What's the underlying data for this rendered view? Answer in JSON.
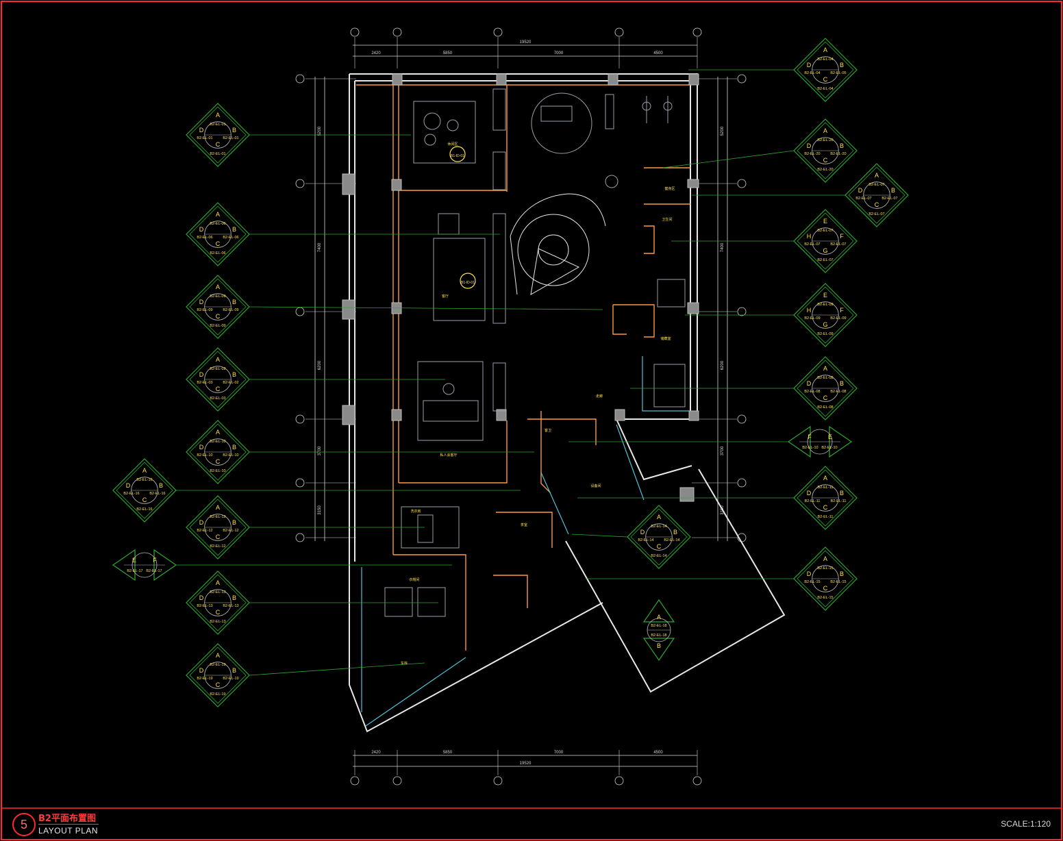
{
  "drawing": {
    "number": "5",
    "title_cn": "B2平面布置图",
    "title_en": "LAYOUT PLAN",
    "scale": "SCALE:1:120"
  },
  "dimensions": {
    "top": [
      "2420",
      "5850",
      "7000",
      "4500"
    ],
    "top_total": "19520",
    "bottom": [
      "2420",
      "5850",
      "7000",
      "4500"
    ],
    "bottom_total": "19520",
    "left": [
      "5200",
      "7400",
      "6200",
      "3700",
      "3150"
    ],
    "right": [
      "5200",
      "7400",
      "6200",
      "3700",
      "3150"
    ]
  },
  "rooms": [
    {
      "id": "r1",
      "label": "休闲区"
    },
    {
      "id": "r2",
      "label": "客厅"
    },
    {
      "id": "r3",
      "label": "私人会客厅"
    },
    {
      "id": "r4",
      "label": "洗衣房"
    },
    {
      "id": "r5",
      "label": "卫生间"
    },
    {
      "id": "r6",
      "label": "储藏室"
    },
    {
      "id": "r7",
      "label": "走廊"
    },
    {
      "id": "r8",
      "label": "客卫"
    },
    {
      "id": "r9",
      "label": "设备间"
    },
    {
      "id": "r10",
      "label": "健身区"
    },
    {
      "id": "r11",
      "label": "茶室"
    },
    {
      "id": "r12",
      "label": "衣帽间"
    },
    {
      "id": "r13",
      "label": "车库"
    }
  ],
  "small_markers": [
    "B1-ID-01",
    "B1-ID-01"
  ],
  "elevation_tags": [
    {
      "id": "e04",
      "type": "abcd",
      "labels": [
        "B2-EL-04",
        "B2-EL-04",
        "B2-EL-05",
        "B2-EL-04"
      ]
    },
    {
      "id": "e20",
      "type": "abcd",
      "labels": [
        "B2-EL-20",
        "B2-EL-20",
        "B2-EL-20",
        "B2-EL-20"
      ]
    },
    {
      "id": "e07a",
      "type": "abcd",
      "labels": [
        "B2-EL-07",
        "B2-EL-07",
        "B2-EL-07",
        "B2-EL-07"
      ]
    },
    {
      "id": "e07b",
      "type": "ehfg",
      "labels": [
        "B2-EL-07",
        "B2-EL-07",
        "B2-EL-07",
        "B2-EL-07"
      ]
    },
    {
      "id": "e09",
      "type": "ehfg",
      "labels": [
        "B2-EL-09",
        "B2-EL-09",
        "B2-EL-09",
        "B2-EL-09"
      ]
    },
    {
      "id": "e08",
      "type": "abcd",
      "labels": [
        "B2-EL-08",
        "B2-EL-08",
        "B2-EL-08",
        "B2-EL-08"
      ]
    },
    {
      "id": "e10r",
      "type": "fe",
      "labels": [
        "B2-EL-10",
        "B2-EL-10"
      ]
    },
    {
      "id": "e11",
      "type": "abcd",
      "labels": [
        "B2-EL-11",
        "B2-EL-11",
        "B2-EL-11",
        "B2-EL-11"
      ]
    },
    {
      "id": "e15",
      "type": "abcd",
      "labels": [
        "B2-EL-15",
        "B2-EL-15",
        "B2-EL-15",
        "B2-EL-15"
      ]
    },
    {
      "id": "e14",
      "type": "abcd",
      "labels": [
        "B2-EL-14",
        "B2-EL-14",
        "B2-EL-14",
        "B2-EL-14"
      ]
    },
    {
      "id": "e18",
      "type": "ab",
      "labels": [
        "B2-EL-18",
        "B2-EL-18"
      ]
    },
    {
      "id": "e01",
      "type": "abcd",
      "labels": [
        "B2-EL-01",
        "B2-EL-01",
        "B2-EL-01",
        "B2-EL-01"
      ]
    },
    {
      "id": "e06",
      "type": "abcd",
      "labels": [
        "B2-EL-06",
        "B2-EL-06",
        "B2-EL-06",
        "B2-EL-06"
      ]
    },
    {
      "id": "e09l",
      "type": "abcd",
      "labels": [
        "B2-EL-09",
        "B2-EL-09",
        "B2-EL-09",
        "B2-EL-09"
      ]
    },
    {
      "id": "e02",
      "type": "abcd",
      "labels": [
        "B2-EL-02",
        "B2-EL-03",
        "B2-EL-02",
        "B2-EL-03"
      ]
    },
    {
      "id": "e10",
      "type": "abcd",
      "labels": [
        "B2-EL-10",
        "B2-EL-10",
        "B2-EL-10",
        "B2-EL-10"
      ]
    },
    {
      "id": "e16",
      "type": "abcd",
      "labels": [
        "B2-EL-16",
        "B2-EL-16",
        "B2-EL-16",
        "B2-EL-16"
      ]
    },
    {
      "id": "e12",
      "type": "abcd",
      "labels": [
        "B2-EL-12",
        "B2-EL-12",
        "B2-EL-12",
        "B2-EL-12"
      ]
    },
    {
      "id": "e17",
      "type": "ef",
      "labels": [
        "B2-EL-17",
        "B2-EL-17"
      ]
    },
    {
      "id": "e13",
      "type": "abcd",
      "labels": [
        "B2-EL-13",
        "B2-EL-13",
        "B2-EL-13",
        "B2-EL-13"
      ]
    },
    {
      "id": "e19",
      "type": "abcd",
      "labels": [
        "B2-EL-19",
        "B2-EL-19",
        "B2-EL-19",
        "B2-EL-19"
      ]
    }
  ],
  "colors": {
    "background": "#000000",
    "frame": "#ff2a2a",
    "tag_outline": "#2fa82f",
    "tag_text": "#ffe14d",
    "wall": "#e8e8e8",
    "furniture": "#9aa0aa",
    "accent": "#ff9a3c",
    "glass": "#4fc3d9"
  }
}
